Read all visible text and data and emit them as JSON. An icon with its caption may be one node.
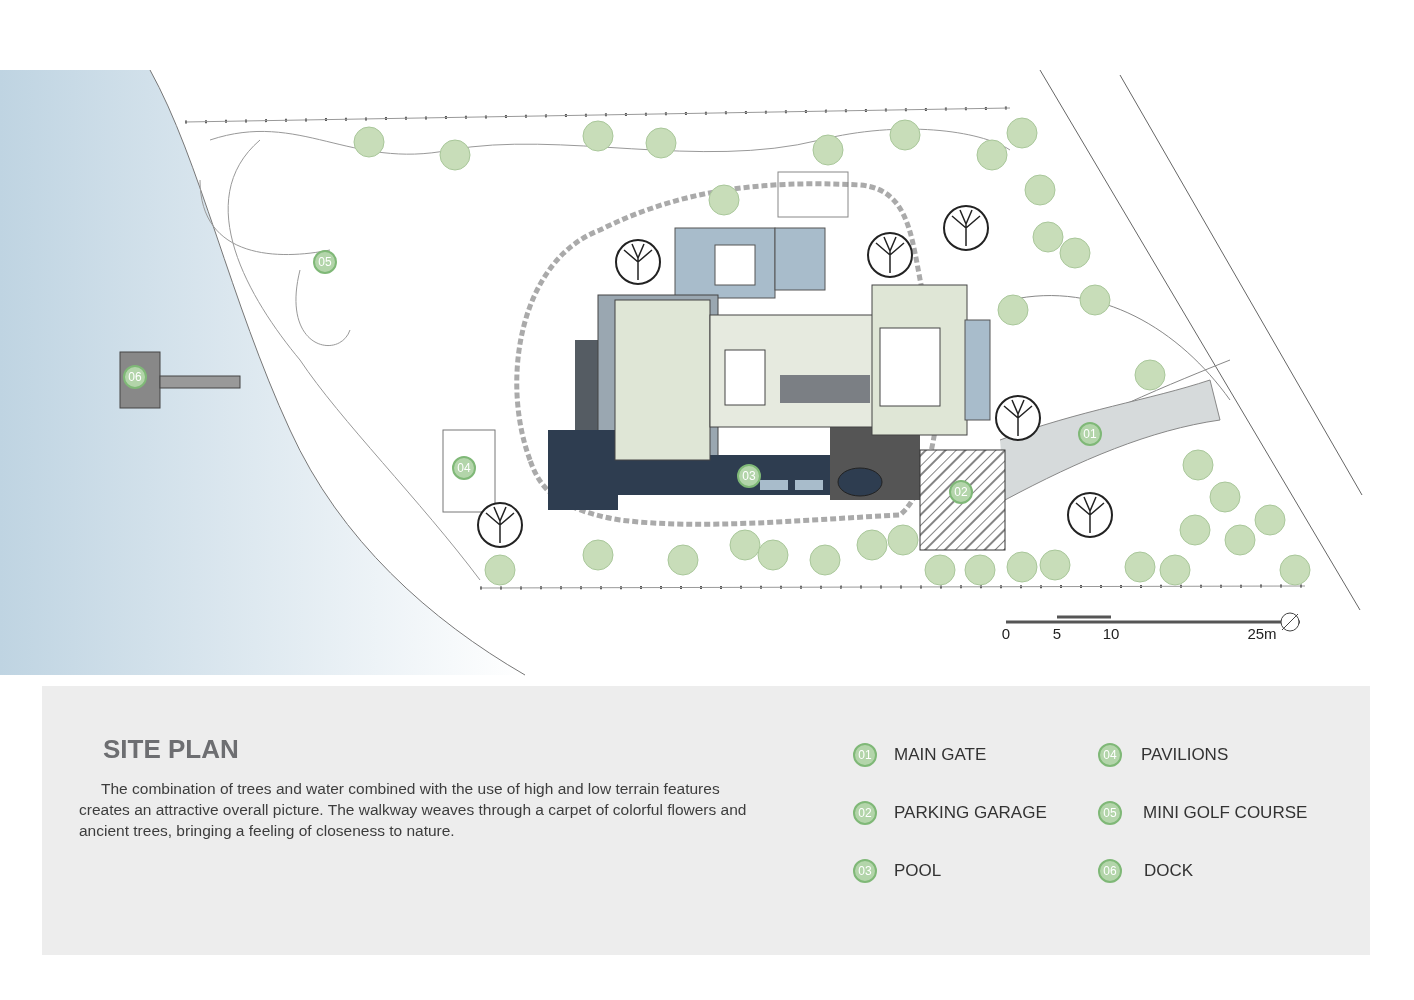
{
  "diagram": {
    "title": "SITE PLAN",
    "caption": "The combination of trees and water combined with the use of high and low terrain features creates an attractive overall picture. The walkway weaves through a carpet of colorful flowers and ancient trees, bringing a feeling of closeness to nature.",
    "nodes": [
      {
        "text": [
          "06"
        ]
      },
      {
        "text": [
          "05"
        ]
      },
      {
        "text": [
          "04"
        ]
      },
      {
        "text": [
          "03"
        ]
      },
      {
        "text": [
          "01"
        ]
      },
      {
        "text": [
          "02"
        ]
      },
      {
        "text": [
          "01"
        ],
        "beside": [
          "MAIN GATE"
        ]
      },
      {
        "text": [
          "02"
        ],
        "beside": [
          "PARKING GARAGE"
        ]
      },
      {
        "text": [
          "03"
        ],
        "beside": [
          "POOL"
        ]
      },
      {
        "text": [
          "04"
        ],
        "beside": [
          "PAVILIONS"
        ]
      },
      {
        "text": [
          "05"
        ],
        "beside": [
          "MINI GOLF COURSE"
        ]
      },
      {
        "text": [
          "06"
        ],
        "beside": [
          "DOCK"
        ]
      }
    ],
    "labels": [
      "0",
      "5",
      "10",
      "25m"
    ]
  }
}
